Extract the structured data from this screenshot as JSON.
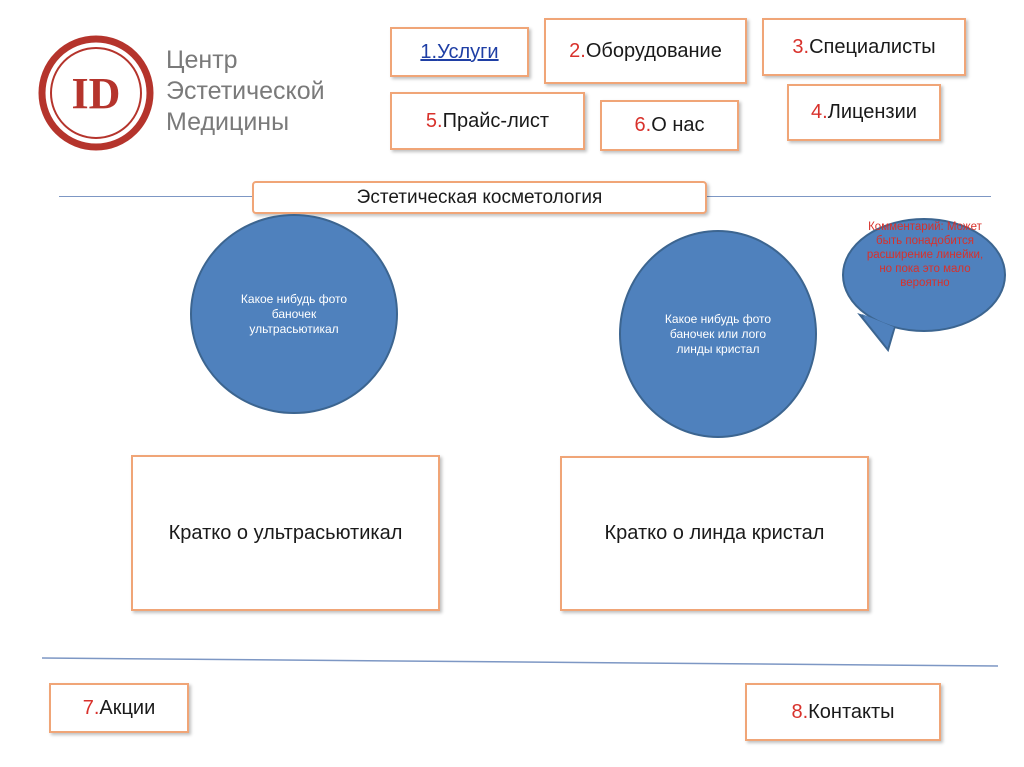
{
  "logo": {
    "monogram": "ID",
    "line1": "Центр",
    "line2": "Эстетической",
    "line3": "Медицины"
  },
  "nav": {
    "services": {
      "num": "1.",
      "label": "Услуги"
    },
    "equipment": {
      "num": "2.",
      "label": "Оборудование"
    },
    "specialists": {
      "num": "3.",
      "label": "Специалисты"
    },
    "licenses": {
      "num": "4.",
      "label": "Лицензии"
    },
    "pricelist": {
      "num": "5.",
      "label": "Прайс-лист"
    },
    "about": {
      "num": "6.",
      "label": "О нас"
    },
    "promotions": {
      "num": "7.",
      "label": "Акции"
    },
    "contacts": {
      "num": "8.",
      "label": "Контакты"
    }
  },
  "section_title": "Эстетическая косметология",
  "products": [
    {
      "photo_placeholder": "Какое нибудь фото баночек ультрасьютикал",
      "summary": "Кратко о ультрасьютикал"
    },
    {
      "photo_placeholder": "Какое нибудь фото баночек или лого линды кристал",
      "summary": "Кратко о линда кристал"
    }
  ],
  "comment_bubble": "Комментарий: Может быть понадобится расширение линейки, но пока это мало вероятно",
  "colors": {
    "accent_border": "#f0a577",
    "number_red": "#d8312b",
    "circle_blue": "#4f81bd",
    "link_blue": "#1f3fa5",
    "logo_red": "#b5342c",
    "logo_text_gray": "#7a7a7a"
  }
}
